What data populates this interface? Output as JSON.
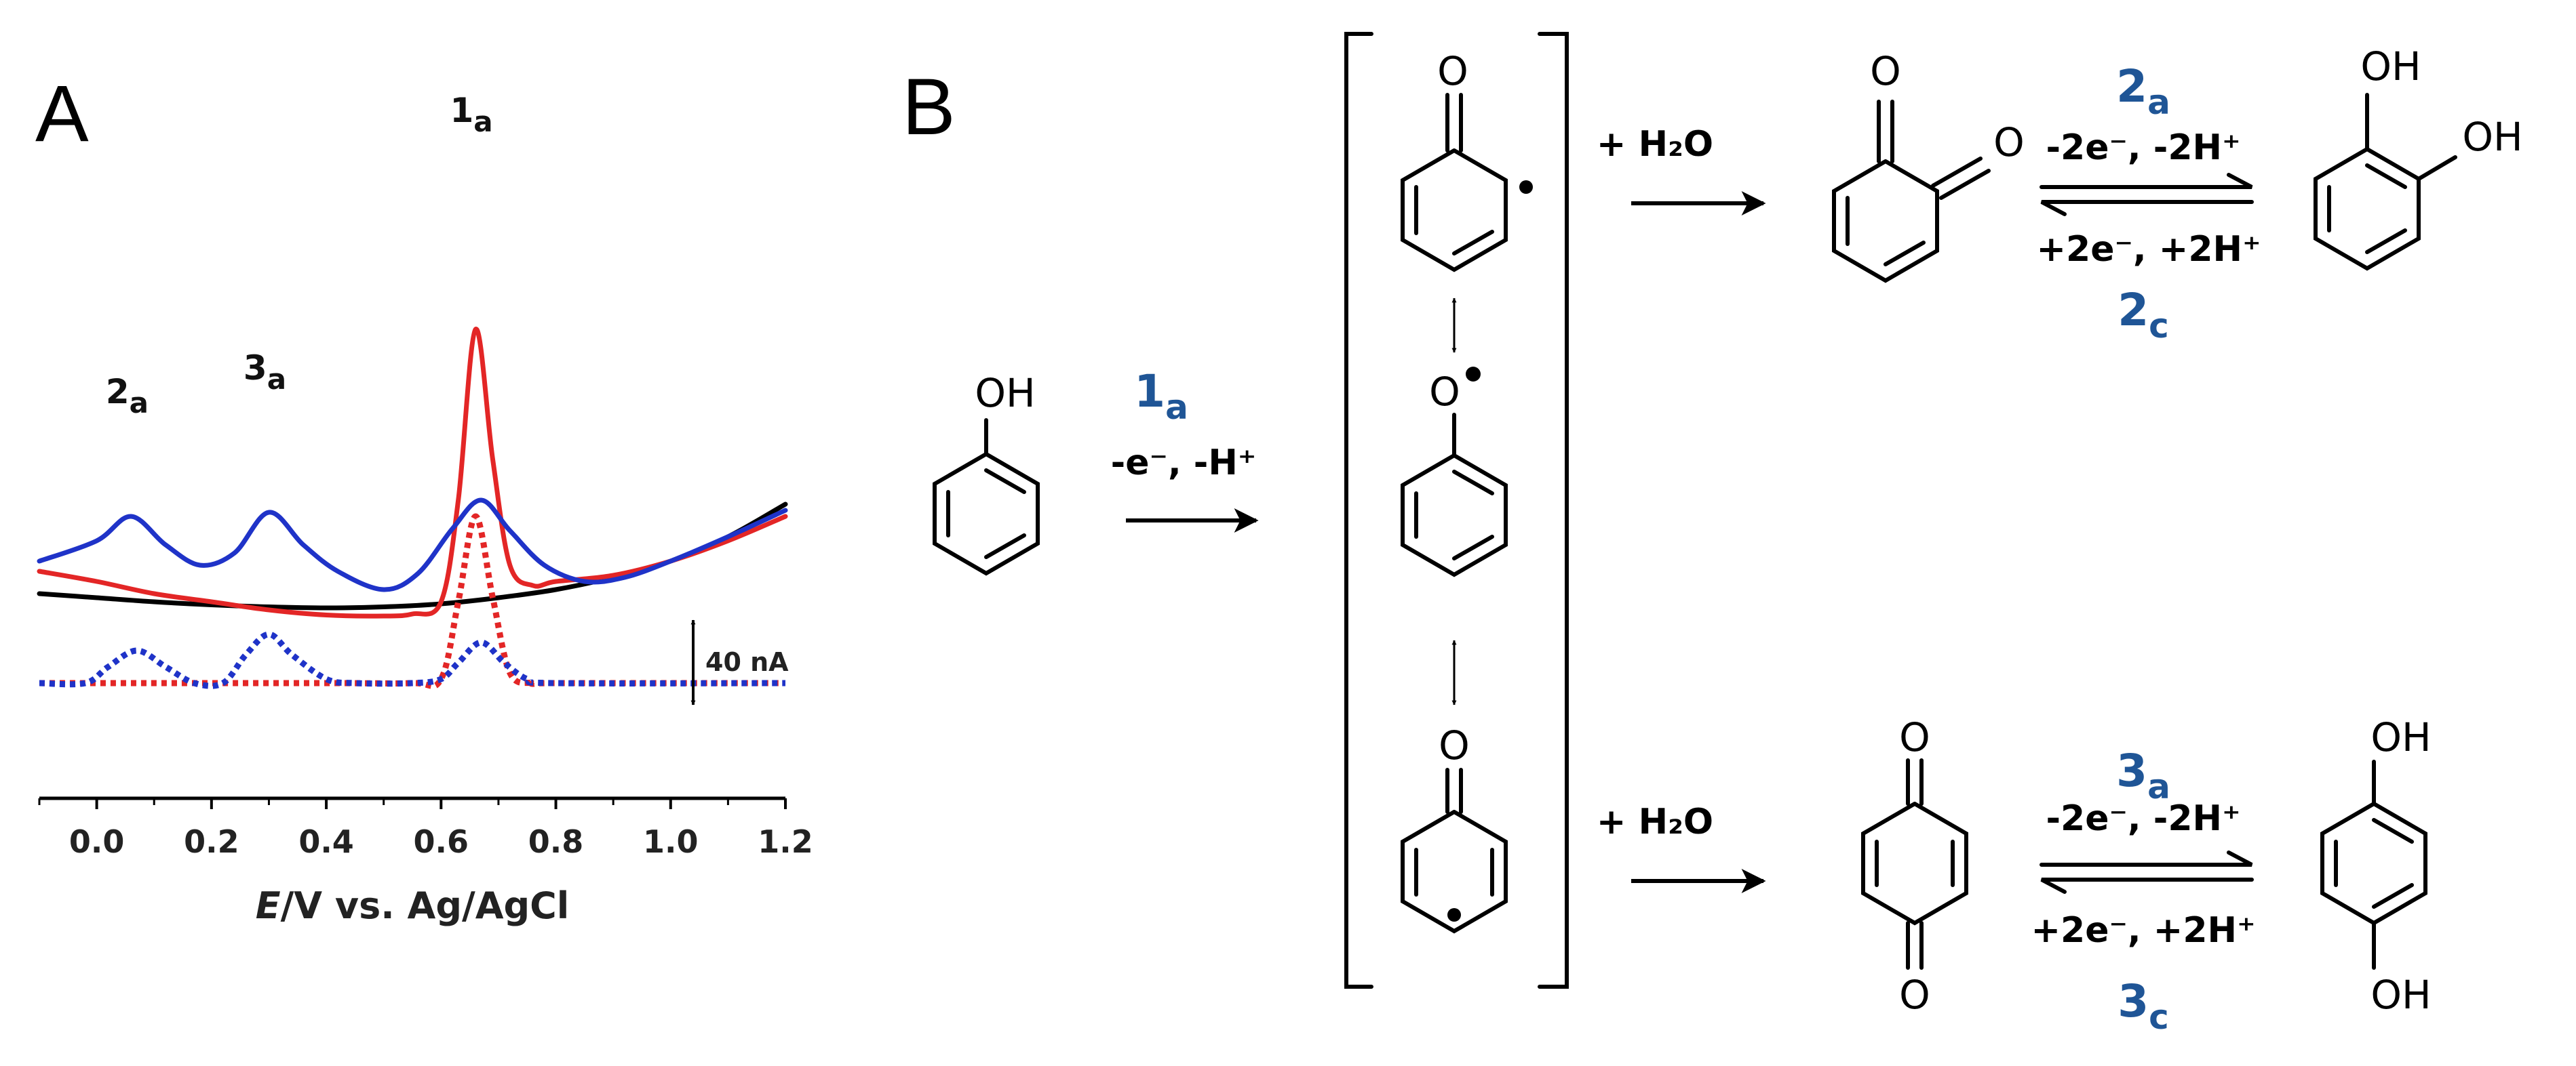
{
  "panels": {
    "a": "A",
    "b": "B"
  },
  "chart_data": {
    "type": "line",
    "xlabel": "E/V vs. Ag/AgCl",
    "xlabel_italic": "E",
    "xlabel_rest": "/V vs. Ag/AgCl",
    "xlim": [
      -0.1,
      1.2
    ],
    "xticks": [
      "0.0",
      "0.2",
      "0.4",
      "0.6",
      "0.8",
      "1.0",
      "1.2"
    ],
    "grid": false,
    "scale_bar": "40 nA",
    "colors": {
      "black": "#000000",
      "red": "#e32626",
      "blue": "#1f33c8",
      "step_label": "#1f5596"
    },
    "peak_labels": [
      {
        "main": "2",
        "sub": "a",
        "x": 0.06
      },
      {
        "main": "3",
        "sub": "a",
        "x": 0.3
      },
      {
        "main": "1",
        "sub": "a",
        "x": 0.66
      }
    ],
    "series": [
      {
        "style": "solid",
        "color": "#000000",
        "x": [
          -0.1,
          0.0,
          0.1,
          0.2,
          0.3,
          0.4,
          0.5,
          0.6,
          0.7,
          0.8,
          0.9,
          1.0,
          1.1,
          1.2
        ],
        "y": [
          -6,
          -8,
          -10,
          -11.5,
          -12.5,
          -13,
          -12.5,
          -11,
          -8,
          -4,
          2,
          10,
          22,
          38
        ]
      },
      {
        "style": "solid",
        "color": "#e32626",
        "x": [
          -0.1,
          0.0,
          0.1,
          0.2,
          0.3,
          0.4,
          0.5,
          0.55,
          0.6,
          0.63,
          0.66,
          0.69,
          0.72,
          0.76,
          0.8,
          0.9,
          1.0,
          1.1,
          1.2
        ],
        "y": [
          5,
          0,
          -6,
          -10,
          -14,
          -16.5,
          -17,
          -16,
          -10,
          40,
          124,
          60,
          8,
          -2,
          0,
          3,
          10,
          20,
          32
        ]
      },
      {
        "style": "solid",
        "color": "#1f33c8",
        "x": [
          -0.1,
          0.0,
          0.06,
          0.12,
          0.18,
          0.24,
          0.3,
          0.36,
          0.42,
          0.5,
          0.56,
          0.62,
          0.67,
          0.72,
          0.78,
          0.85,
          0.92,
          1.0,
          1.1,
          1.2
        ],
        "y": [
          10,
          20,
          32,
          18,
          8,
          14,
          34,
          18,
          5,
          -4,
          4,
          26,
          40,
          25,
          8,
          0,
          2,
          10,
          22,
          35
        ]
      },
      {
        "style": "dotted",
        "color": "#e32626",
        "x": [
          -0.1,
          0.0,
          0.4,
          0.55,
          0.6,
          0.63,
          0.66,
          0.69,
          0.72,
          0.76,
          0.8,
          1.2
        ],
        "y": [
          -50,
          -50,
          -50,
          -50,
          -48,
          -10,
          32,
          -8,
          -45,
          -50,
          -50,
          -50
        ]
      },
      {
        "style": "dotted",
        "color": "#1f33c8",
        "x": [
          -0.1,
          -0.02,
          0.02,
          0.07,
          0.12,
          0.17,
          0.22,
          0.26,
          0.3,
          0.34,
          0.4,
          0.45,
          0.55,
          0.6,
          0.63,
          0.67,
          0.71,
          0.75,
          0.8,
          1.2
        ],
        "y": [
          -50,
          -50,
          -42,
          -34,
          -42,
          -50,
          -50,
          -36,
          -26,
          -36,
          -48,
          -50,
          -50,
          -48,
          -40,
          -30,
          -40,
          -48,
          -50,
          -50
        ]
      }
    ]
  },
  "scheme": {
    "atoms": {
      "oh": "OH",
      "o": "O"
    },
    "steps": {
      "s1a": {
        "main": "1",
        "sub": "a"
      },
      "s2a": {
        "main": "2",
        "sub": "a"
      },
      "s2c": {
        "main": "2",
        "sub": "c"
      },
      "s3a": {
        "main": "3",
        "sub": "a"
      },
      "s3c": {
        "main": "3",
        "sub": "c"
      }
    },
    "conditions": {
      "step1": "-e⁻, -H⁺",
      "water_top": "+ H₂O",
      "water_bottom": "+ H₂O",
      "ox_top": "-2e⁻, -2H⁺",
      "red_top": "+2e⁻, +2H⁺",
      "ox_bottom": "-2e⁻, -2H⁺",
      "red_bottom": "+2e⁻, +2H⁺"
    }
  }
}
